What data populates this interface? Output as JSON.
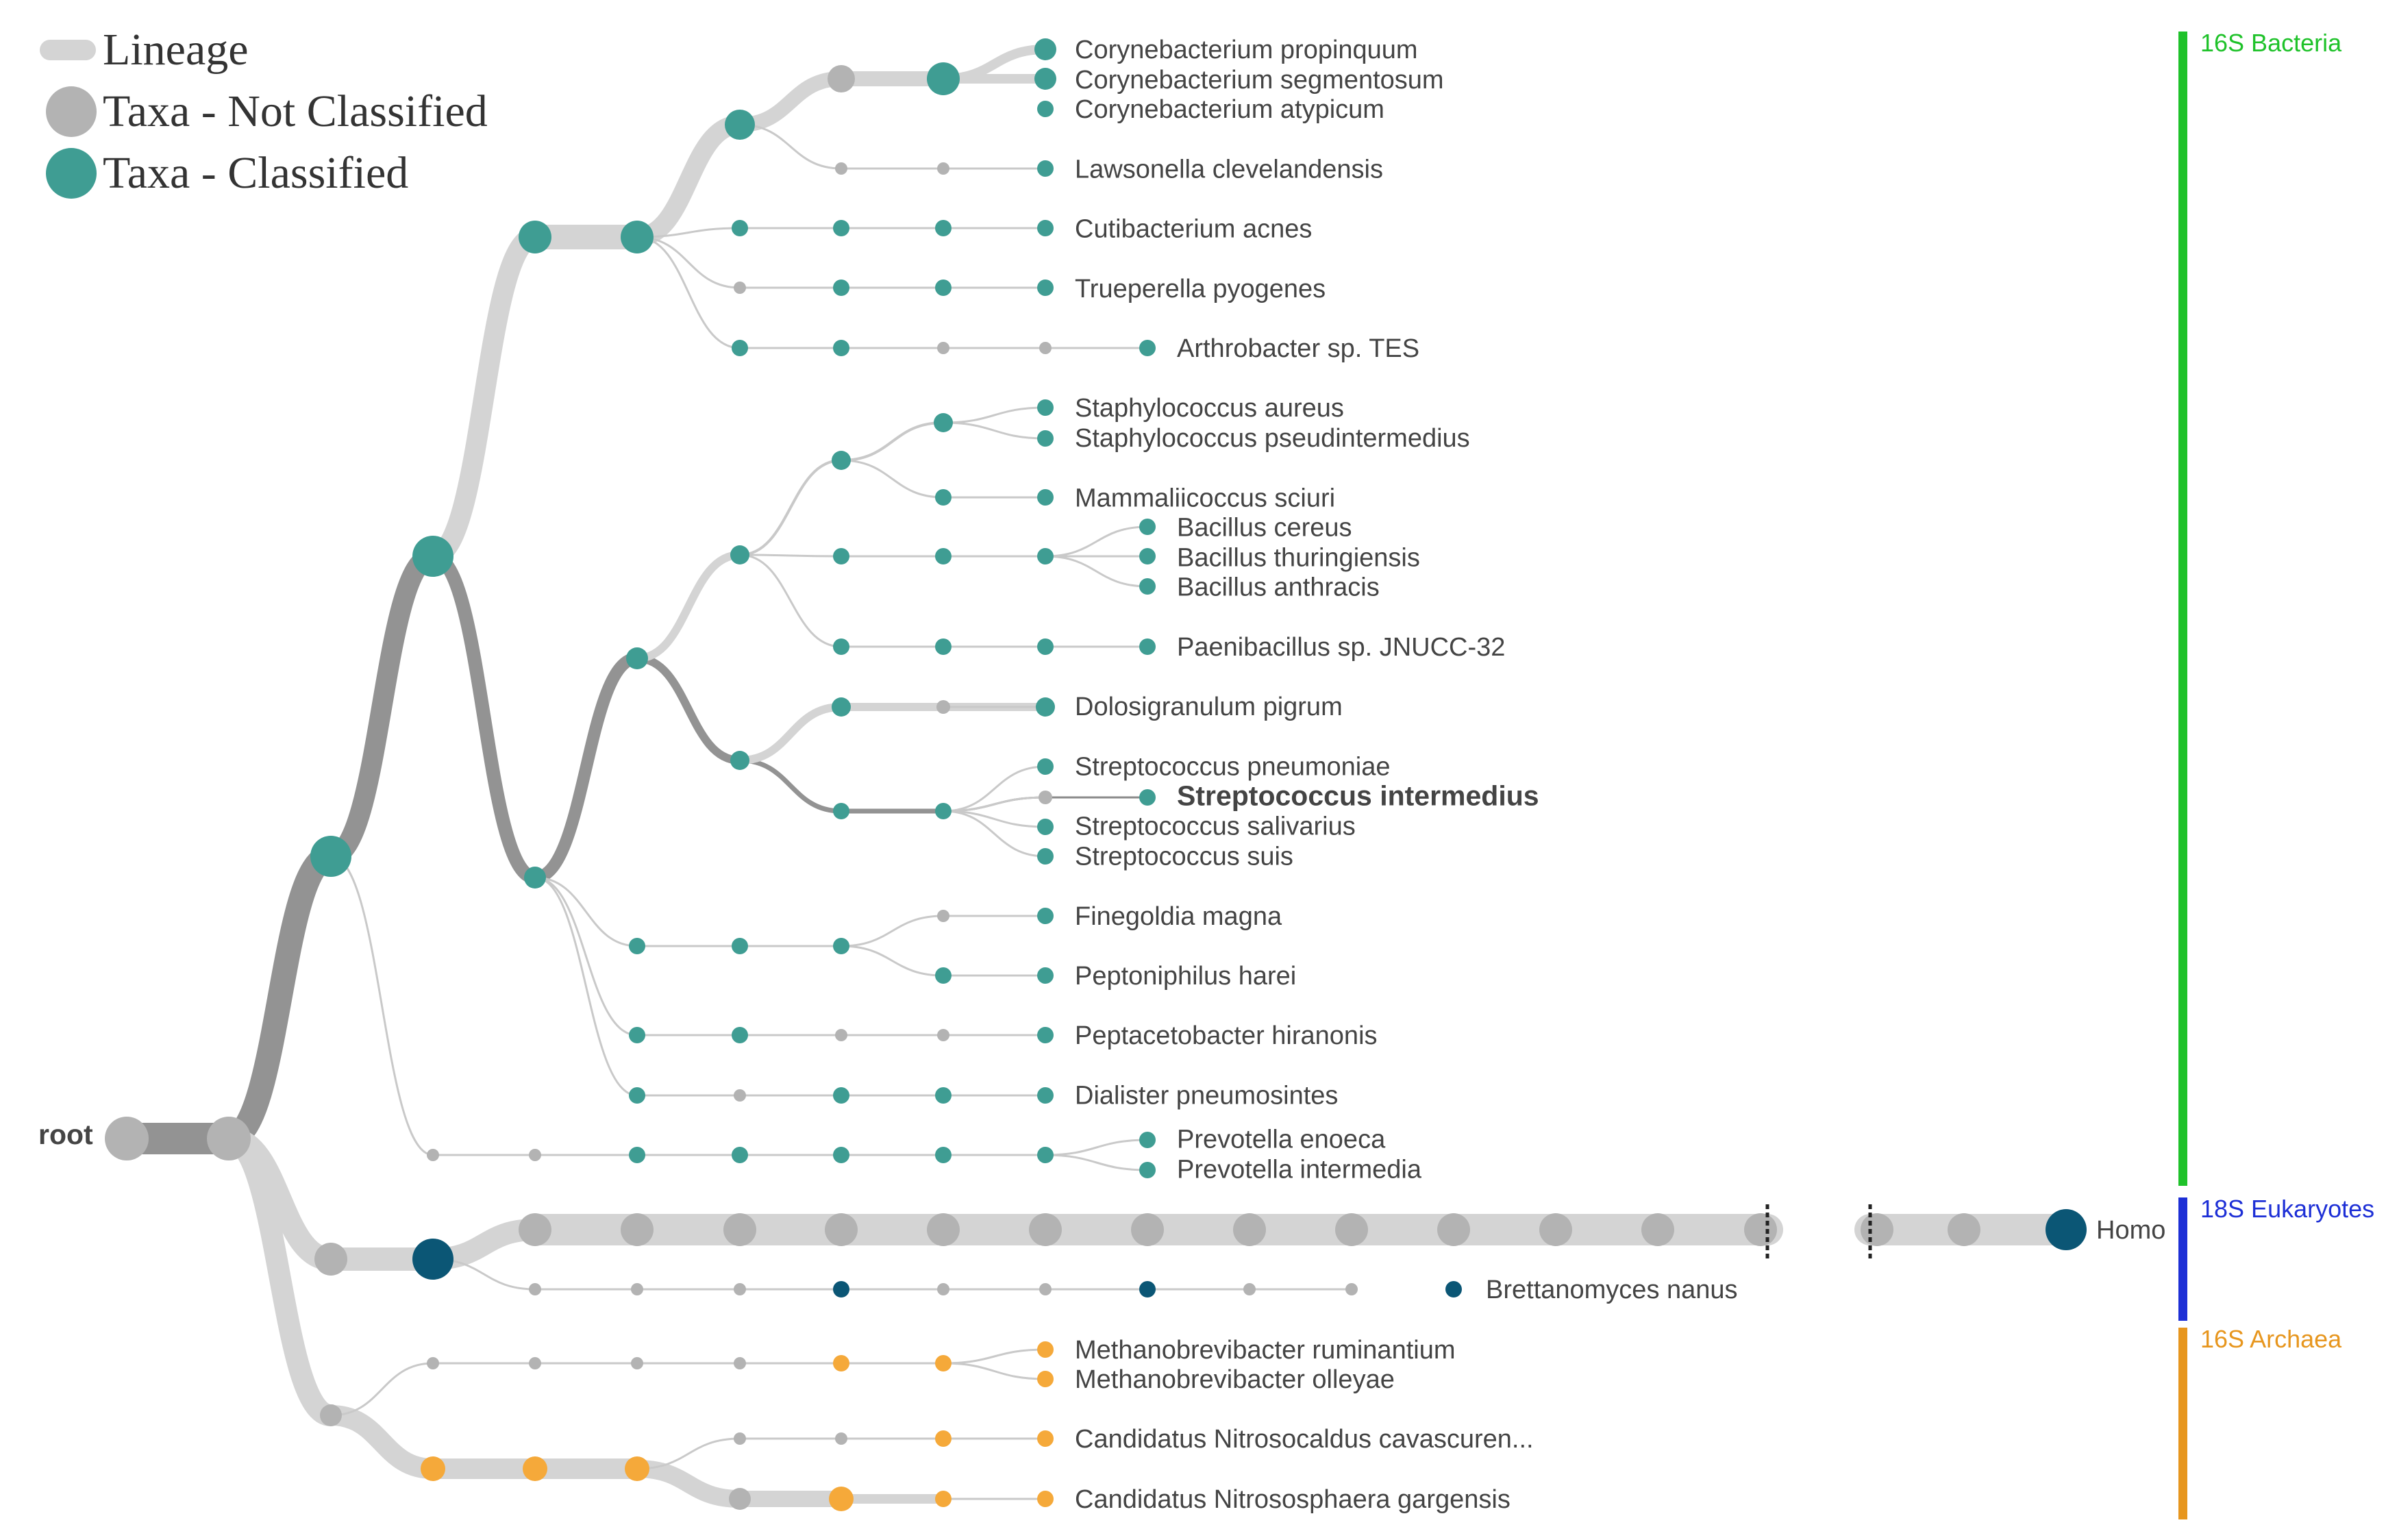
{
  "legend": {
    "lineage": "Lineage",
    "not_classified": "Taxa - Not Classified",
    "classified": "Taxa - Classified"
  },
  "colors": {
    "classified": "#3f9d93",
    "not_classified": "#b3b3b3",
    "highlight_node": "#0b5675",
    "archaea_node": "#f5a93a",
    "lineage_light": "#d4d4d4",
    "lineage_dark": "#939393",
    "branch": "#c9c9c9",
    "branch_dark": "#8a8a8a",
    "bacteria": "#1fc22a",
    "eukaryotes": "#1d2fd6",
    "archaea": "#e7961e"
  },
  "root_label": "root",
  "domains": [
    {
      "label": "16S Bacteria",
      "color": "bacteria"
    },
    {
      "label": "18S Eukaryotes",
      "color": "eukaryotes"
    },
    {
      "label": "16S Archaea",
      "color": "archaea"
    }
  ],
  "leaves": [
    "Corynebacterium propinquum",
    "Corynebacterium segmentosum",
    "Corynebacterium atypicum",
    "Lawsonella clevelandensis",
    "Cutibacterium acnes",
    "Trueperella pyogenes",
    "Arthrobacter sp. TES",
    "Staphylococcus aureus",
    "Staphylococcus pseudintermedius",
    "Mammaliicoccus sciuri",
    "Bacillus cereus",
    "Bacillus thuringiensis",
    "Bacillus anthracis",
    "Paenibacillus sp. JNUCC-32",
    "Dolosigranulum pigrum",
    "Streptococcus pneumoniae",
    "Streptococcus intermedius",
    "Streptococcus salivarius",
    "Streptococcus suis",
    "Finegoldia magna",
    "Peptoniphilus harei",
    "Peptacetobacter hiranonis",
    "Dialister pneumosintes",
    "Prevotella enoeca",
    "Prevotella intermedia",
    "Homo",
    "Brettanomyces nanus",
    "Methanobrevibacter ruminantium",
    "Methanobrevibacter olleyae",
    "Candidatus Nitrosocaldus cavascuren...",
    "Candidatus Nitrososphaera gargensis"
  ],
  "highlighted_leaf": "Streptococcus intermedius"
}
